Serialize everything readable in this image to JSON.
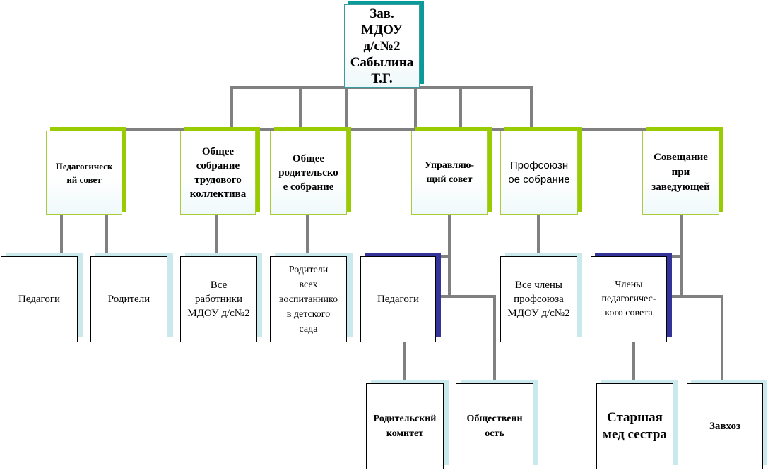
{
  "colors": {
    "connector": "#808080",
    "green_accent": "#99cc00",
    "teal_accent": "#0a9a9a",
    "navy_accent": "#333399",
    "light_shadow": "#c9e9ec"
  },
  "root": {
    "label": "Зав.\nМДОУ\nд/с№2\nСабылина\nТ.Г."
  },
  "councils": [
    {
      "label": "Педагогическ\nий совет"
    },
    {
      "label": "Общее\nсобрание\nтрудового\nколлектива"
    },
    {
      "label": "Общее\nродительско\nе собрание"
    },
    {
      "label": "Управляю-\nщий совет"
    },
    {
      "label": "Профсоюзн\nое собрание"
    },
    {
      "label": "Совещание\nпри\nзаведующей"
    }
  ],
  "members": [
    {
      "label": "Педагоги"
    },
    {
      "label": "Родители"
    },
    {
      "label": "Все\nработники\nМДОУ д/с№2"
    },
    {
      "label": "Родители\nвсех\nвоспитаннико\nв  детского\nсада"
    },
    {
      "label": "Педагоги"
    },
    {
      "label": "Все члены\nпрофсоюза\nМДОУ д/с№2"
    },
    {
      "label": "Члены\nпедагогичес-\nкого совета"
    }
  ],
  "sub_members": [
    {
      "label": "Родительский\nкомитет"
    },
    {
      "label": "Общественн\nость"
    },
    {
      "label": "Старшая\nмед сестра"
    },
    {
      "label": "Завхоз"
    }
  ]
}
